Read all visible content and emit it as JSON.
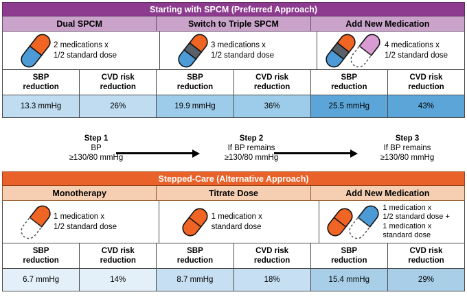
{
  "top_panel": {
    "title": "Starting with SPCM (Preferred Approach)",
    "columns": [
      {
        "header": "Dual SPCM",
        "icon": "dual-capsule-orange-blue-icon",
        "caption_line1": "2 medications x",
        "caption_line2": "1/2 standard dose",
        "sbp_header_line1": "SBP",
        "sbp_header_line2": "reduction",
        "cvd_header_line1": "CVD risk",
        "cvd_header_line2": "reduction",
        "sbp_value": "13.3 mmHg",
        "cvd_value": "26%",
        "sbp_cell_color": "#BFDCF1",
        "cvd_cell_color": "#BFDCF1"
      },
      {
        "header": "Switch to Triple SPCM",
        "icon": "triple-capsule-orange-gray-blue-icon",
        "caption_line1": "3 medications x",
        "caption_line2": "1/2 standard dose",
        "sbp_header_line1": "SBP",
        "sbp_header_line2": "reduction",
        "cvd_header_line1": "CVD risk",
        "cvd_header_line2": "reduction",
        "sbp_value": "19.9 mmHg",
        "cvd_value": "36%",
        "sbp_cell_color": "#9DCCEA",
        "cvd_cell_color": "#9DCCEA"
      },
      {
        "header": "Add New Medication",
        "icon": "triple-capsule-plus-dashed-violet-capsule-icon",
        "caption_line1": "4 medications x",
        "caption_line2": "1/2 standard dose",
        "sbp_header_line1": "SBP",
        "sbp_header_line2": "reduction",
        "cvd_header_line1": "CVD risk",
        "cvd_header_line2": "reduction",
        "sbp_value": "25.5 mmHg",
        "cvd_value": "43%",
        "sbp_cell_color": "#5BA5D8",
        "cvd_cell_color": "#5BA5D8"
      }
    ]
  },
  "steps": [
    {
      "title": "Step 1",
      "line2": "BP",
      "line3": "≥130/80 mmHg"
    },
    {
      "title": "Step 2",
      "line2": "If BP remains",
      "line3": "≥130/80 mmHg"
    },
    {
      "title": "Step 3",
      "line2": "If BP remains",
      "line3": "≥130/80 mmHg"
    }
  ],
  "bottom_panel": {
    "title": "Stepped-Care (Alternative Approach)",
    "columns": [
      {
        "header": "Monotherapy",
        "icon": "half-orange-dashed-capsule-icon",
        "caption_line1": "1 medication x",
        "caption_line2": "1/2 standard dose",
        "caption_line3": "",
        "caption_line4": "",
        "sbp_header_line1": "SBP",
        "sbp_header_line2": "reduction",
        "cvd_header_line1": "CVD risk",
        "cvd_header_line2": "reduction",
        "sbp_value": "6.7 mmHg",
        "cvd_value": "14%",
        "sbp_cell_color": "#E3F0F9",
        "cvd_cell_color": "#E3F0F9"
      },
      {
        "header": "Titrate Dose",
        "icon": "full-orange-capsule-icon",
        "caption_line1": "1 medication x",
        "caption_line2": "standard dose",
        "caption_line3": "",
        "caption_line4": "",
        "sbp_header_line1": "SBP",
        "sbp_header_line2": "reduction",
        "cvd_header_line1": "CVD risk",
        "cvd_header_line2": "reduction",
        "sbp_value": "8.7 mmHg",
        "cvd_value": "18%",
        "sbp_cell_color": "#C6DFF2",
        "cvd_cell_color": "#C6DFF2"
      },
      {
        "header": "Add New Medication",
        "icon": "orange-capsule-plus-dashed-blue-capsule-icon",
        "caption_line1": "1 medication x",
        "caption_line2": "1/2 standard dose +",
        "caption_line3": "1 medication x",
        "caption_line4": "standard dose",
        "sbp_header_line1": "SBP",
        "sbp_header_line2": "reduction",
        "cvd_header_line1": "CVD risk",
        "cvd_header_line2": "reduction",
        "sbp_value": "15.4 mmHg",
        "cvd_value": "29%",
        "sbp_cell_color": "#A9CEE8",
        "cvd_cell_color": "#A9CEE8"
      }
    ]
  },
  "colors": {
    "purple_title": "#8D3B8F",
    "purple_sub": "#C9A3C9",
    "orange_title": "#E8622A",
    "orange_sub": "#F6CFB3",
    "pill_orange": "#F06424",
    "pill_blue": "#4C9BD6",
    "pill_gray": "#5A6068",
    "pill_violet": "#D89BD2"
  }
}
